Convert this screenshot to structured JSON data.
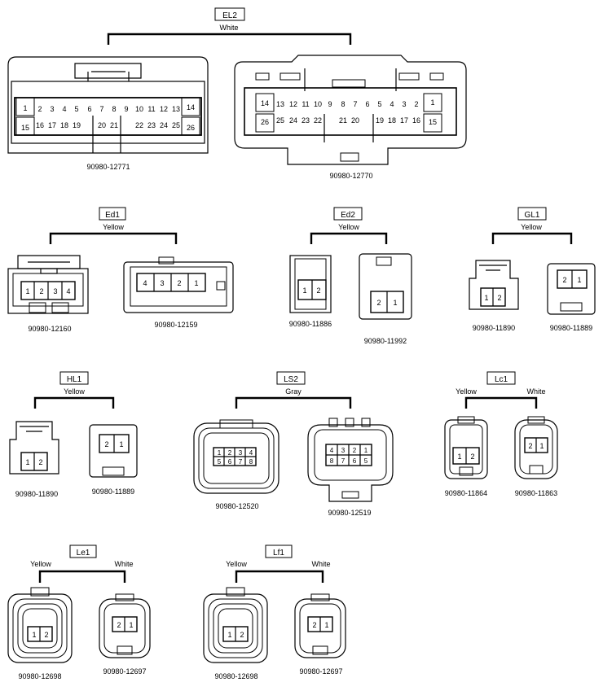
{
  "groups": [
    {
      "id": "el2",
      "tag": "EL2",
      "colors": [
        "White"
      ],
      "connectors": [
        {
          "part": "90980-12771",
          "pins_top": [
            "1",
            "2",
            "3",
            "4",
            "5",
            "6",
            "7",
            "8",
            "9",
            "10",
            "11",
            "12",
            "13",
            "14"
          ],
          "pins_bottom": [
            "15",
            "16",
            "17",
            "18",
            "19",
            "20",
            "21",
            "22",
            "23",
            "24",
            "25",
            "26"
          ]
        },
        {
          "part": "90980-12770",
          "pins_top": [
            "14",
            "13",
            "12",
            "11",
            "10",
            "9",
            "8",
            "7",
            "6",
            "5",
            "4",
            "3",
            "2",
            "1"
          ],
          "pins_bottom": [
            "26",
            "25",
            "24",
            "23",
            "22",
            "21",
            "20",
            "19",
            "18",
            "17",
            "16",
            "15"
          ]
        }
      ]
    },
    {
      "id": "ed1",
      "tag": "Ed1",
      "colors": [
        "Yellow"
      ],
      "connectors": [
        {
          "part": "90980-12160",
          "pins": [
            "1",
            "2",
            "3",
            "4"
          ]
        },
        {
          "part": "90980-12159",
          "pins": [
            "4",
            "3",
            "2",
            "1"
          ]
        }
      ]
    },
    {
      "id": "ed2",
      "tag": "Ed2",
      "colors": [
        "Yellow"
      ],
      "connectors": [
        {
          "part": "90980-11886",
          "pins": [
            "1",
            "2"
          ]
        },
        {
          "part": "90980-11992",
          "pins": [
            "2",
            "1"
          ]
        }
      ]
    },
    {
      "id": "gl1",
      "tag": "GL1",
      "colors": [
        "Yellow"
      ],
      "connectors": [
        {
          "part": "90980-11890",
          "pins": [
            "1",
            "2"
          ]
        },
        {
          "part": "90980-11889",
          "pins": [
            "2",
            "1"
          ]
        }
      ]
    },
    {
      "id": "hl1",
      "tag": "HL1",
      "colors": [
        "Yellow"
      ],
      "connectors": [
        {
          "part": "90980-11890",
          "pins": [
            "1",
            "2"
          ]
        },
        {
          "part": "90980-11889",
          "pins": [
            "2",
            "1"
          ]
        }
      ]
    },
    {
      "id": "ls2",
      "tag": "LS2",
      "colors": [
        "Gray"
      ],
      "connectors": [
        {
          "part": "90980-12520",
          "pins_top": [
            "1",
            "2",
            "3",
            "4"
          ],
          "pins_bottom": [
            "5",
            "6",
            "7",
            "8"
          ]
        },
        {
          "part": "90980-12519",
          "pins_top": [
            "4",
            "3",
            "2",
            "1"
          ],
          "pins_bottom": [
            "8",
            "7",
            "6",
            "5"
          ]
        }
      ]
    },
    {
      "id": "lc1",
      "tag": "Lc1",
      "colors": [
        "Yellow",
        "White"
      ],
      "connectors": [
        {
          "part": "90980-11864",
          "pins": [
            "1",
            "2"
          ]
        },
        {
          "part": "90980-11863",
          "pins": [
            "2",
            "1"
          ]
        }
      ]
    },
    {
      "id": "le1",
      "tag": "Le1",
      "colors": [
        "Yellow",
        "White"
      ],
      "connectors": [
        {
          "part": "90980-12698",
          "pins": [
            "1",
            "2"
          ]
        },
        {
          "part": "90980-12697",
          "pins": [
            "2",
            "1"
          ]
        }
      ]
    },
    {
      "id": "lf1",
      "tag": "Lf1",
      "colors": [
        "Yellow",
        "White"
      ],
      "connectors": [
        {
          "part": "90980-12698",
          "pins": [
            "1",
            "2"
          ]
        },
        {
          "part": "90980-12697",
          "pins": [
            "2",
            "1"
          ]
        }
      ]
    }
  ]
}
